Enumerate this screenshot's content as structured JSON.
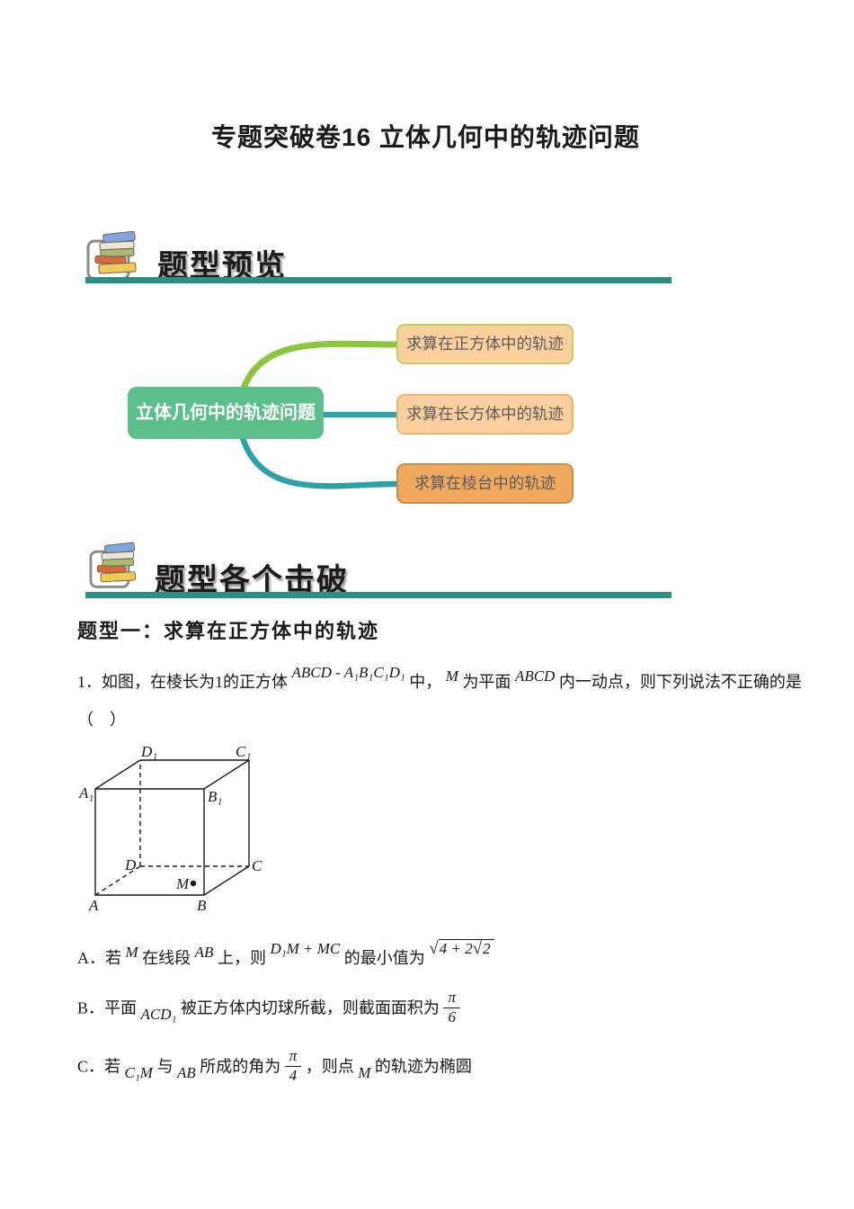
{
  "title": "专题突破卷16 立体几何中的轨迹问题",
  "colors": {
    "teal_bar": "#2d8f86",
    "node_green": "#5cbe8b",
    "branch_green": "#8cc63f",
    "branch_teal": "#2f9fa8",
    "box_fill": "#fbd09e",
    "box1_border": "#bfce62",
    "box2_border": "#e9b468",
    "box3_fill": "#f0a95f",
    "box3_border": "#cf8c3e",
    "box_text": "#5b5b5b",
    "ink": "#1a1a1a"
  },
  "sections": [
    {
      "heading": "题型预览"
    },
    {
      "heading": "题型各个击破"
    }
  ],
  "mindmap": {
    "root": "立体几何中的轨迹问题",
    "branches": [
      {
        "label": "求算在正方体中的轨迹"
      },
      {
        "label": "求算在长方体中的轨迹"
      },
      {
        "label": "求算在棱台中的轨迹"
      }
    ]
  },
  "subtype_heading": "题型一：求算在正方体中的轨迹",
  "question": {
    "lead": "1．如图，在棱长为1的正方体",
    "solid": "ABCD - A₁B₁C₁D₁",
    "mid1": "中，",
    "point": "M",
    "mid2": "为平面",
    "plane": "ABCD",
    "tail": "内一动点，则下列说法不正确的是",
    "bracket": "（　）"
  },
  "cube": {
    "labels": {
      "A": "A",
      "B": "B",
      "C": "C",
      "D": "D",
      "A1": "A₁",
      "B1": "B₁",
      "C1": "C₁",
      "D1": "D₁",
      "M": "M"
    }
  },
  "options": {
    "A": {
      "label": "A．若",
      "m1": "M",
      "t1": "在线段",
      "m2": "AB",
      "t2": "上，则",
      "m3": "D₁M + MC",
      "t3": "的最小值为",
      "sqrt_outer": "4 + 2",
      "sqrt_inner": "2"
    },
    "B": {
      "label": "B．平面",
      "m1": "ACD₁",
      "t1": "被正方体内切球所截，则截面面积为",
      "frac_num": "π",
      "frac_den": "6"
    },
    "C": {
      "label": "C．若",
      "m1": "C₁M",
      "t1": "与",
      "m2": "AB",
      "t2": "所成的角为",
      "frac_num": "π",
      "frac_den": "4",
      "t3": "，则点",
      "m3": "M",
      "t4": "的轨迹为椭圆"
    }
  }
}
